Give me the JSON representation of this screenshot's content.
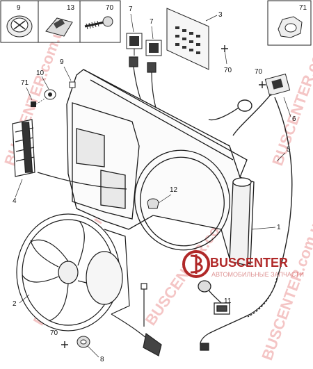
{
  "callouts": {
    "n9_top": "9",
    "n13": "13",
    "n70_top": "70",
    "n7_a": "7",
    "n7_b": "7",
    "n3": "3",
    "n71_top": "71",
    "n70_mid": "70",
    "n70_right": "70",
    "n10": "10",
    "n9_mid": "9",
    "n71_left": "71",
    "n6": "6",
    "n5": "5",
    "n4": "4",
    "n12": "12",
    "n1": "1",
    "n2": "2",
    "n11": "11",
    "n70_bottom": "70",
    "n8": "8"
  },
  "logo": {
    "brand": "BUSCENTER",
    "tagline": "АВТОМОБИЛЬНЫЕ ЗАПЧАСТИ"
  },
  "watermark": {
    "text": "BUSCENTER.com.ua",
    "color": "#e25b5b"
  },
  "colors": {
    "line": "#1a1a1a",
    "accent": "#b02828"
  }
}
